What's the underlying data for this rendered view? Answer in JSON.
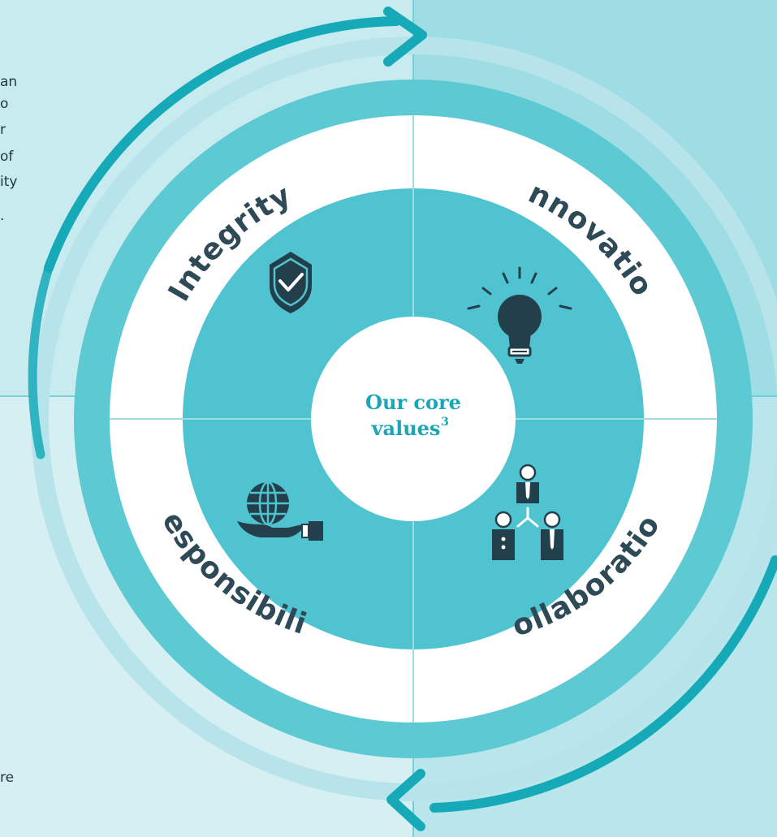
{
  "left_text_fragments": [
    "an",
    "o",
    "r",
    "of",
    "ity",
    ".",
    "re"
  ],
  "center": {
    "line1": "Our core",
    "line2": "values",
    "superscript": "3"
  },
  "values": [
    {
      "label": "Integrity",
      "icon": "shield-check-icon"
    },
    {
      "label": "Innovation",
      "icon": "lightbulb-icon"
    },
    {
      "label": "Collaboration",
      "icon": "team-network-icon"
    },
    {
      "label": "Responsibility",
      "icon": "globe-in-hand-icon"
    }
  ],
  "colors": {
    "page_bg": "#d6eff2",
    "panel_bg": "#9fdde4",
    "ring": "#5cc9d3",
    "inner_fill": "#4fc3cf",
    "arrow": "#16aab9",
    "label": "#2f4a57",
    "center_text": "#19a7b8",
    "icon": "#243f4c"
  }
}
